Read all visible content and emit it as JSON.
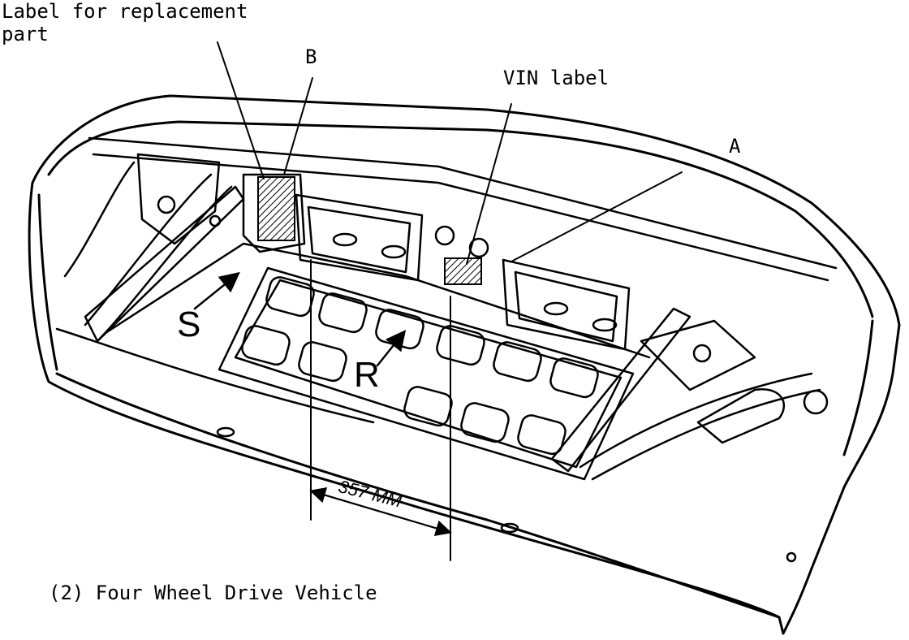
{
  "labels": {
    "replacement_line1": "Label for replacement",
    "replacement_line2": "part",
    "b": "B",
    "vin": "VIN label",
    "a": "A",
    "dimension": "357 MM",
    "mark_s": "S",
    "mark_r": "R",
    "caption": "(2) Four Wheel Drive Vehicle"
  },
  "colors": {
    "ink": "#000000",
    "paper": "#ffffff"
  }
}
